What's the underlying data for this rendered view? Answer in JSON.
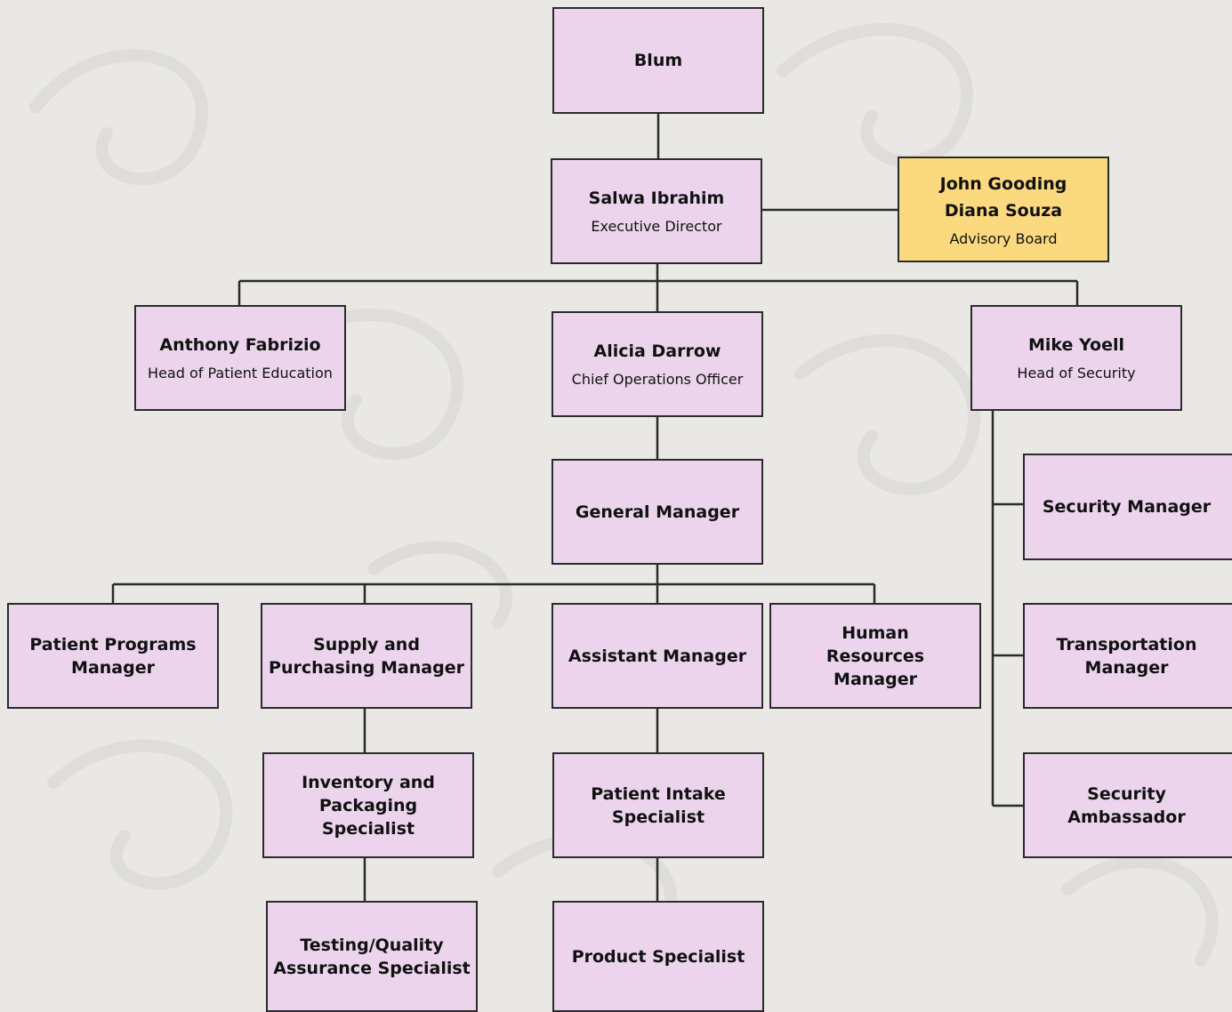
{
  "org": {
    "blum": {
      "name": "Blum"
    },
    "exec": {
      "name": "Salwa Ibrahim",
      "title": "Executive Director"
    },
    "advisory": {
      "name1": "John Gooding",
      "name2": "Diana Souza",
      "title": "Advisory Board"
    },
    "anthony": {
      "name": "Anthony Fabrizio",
      "title": "Head of Patient Education"
    },
    "alicia": {
      "name": "Alicia Darrow",
      "title": "Chief Operations Officer"
    },
    "mike": {
      "name": "Mike Yoell",
      "title": "Head of Security"
    },
    "gm": {
      "name": "General Manager"
    },
    "ppm": {
      "name": "Patient Programs Manager"
    },
    "spm": {
      "name": "Supply and Purchasing Manager"
    },
    "am": {
      "name": "Assistant Manager"
    },
    "hrm": {
      "name": "Human Resources Manager"
    },
    "ips": {
      "name": "Inventory and Packaging Specialist"
    },
    "tqa": {
      "name": "Testing/Quality Assurance Specialist"
    },
    "pis": {
      "name": "Patient Intake Specialist"
    },
    "ps": {
      "name": "Product Specialist"
    },
    "sm": {
      "name": "Security Manager"
    },
    "tm": {
      "name": "Transportation Manager"
    },
    "sa": {
      "name": "Security Ambassador"
    }
  },
  "colors": {
    "box": "#ecd5ec",
    "advisory_box": "#fbd97f",
    "line": "#2b2b2b"
  }
}
